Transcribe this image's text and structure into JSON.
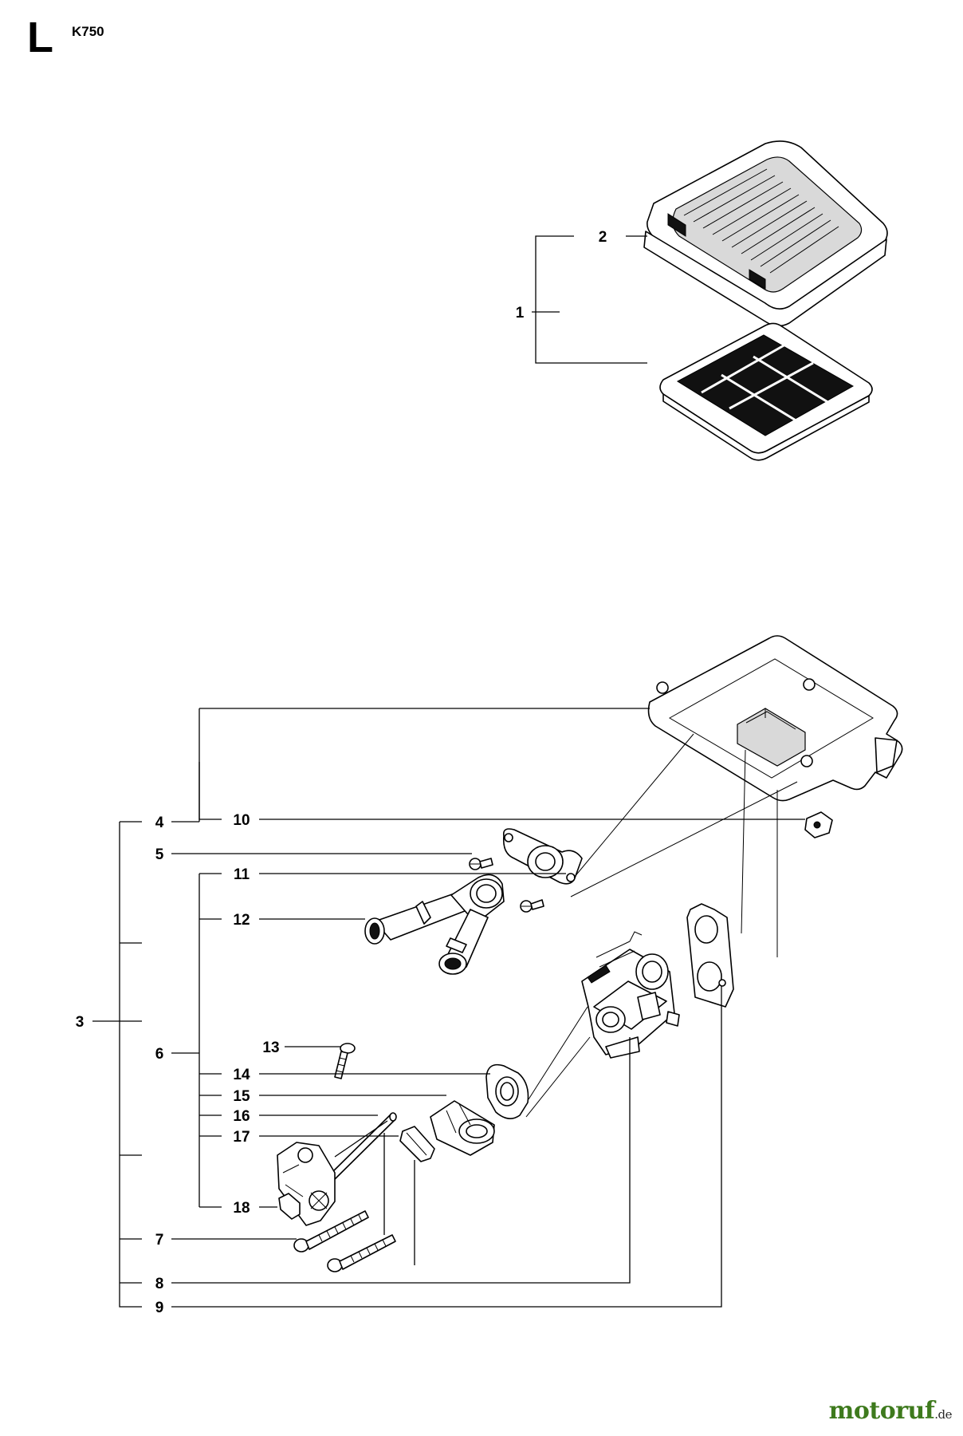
{
  "header": {
    "section_letter": "L",
    "model": "K750"
  },
  "watermark": {
    "brand": "motoruf",
    "tld": ".de"
  },
  "callouts": [
    "1",
    "2",
    "3",
    "4",
    "5",
    "6",
    "7",
    "8",
    "9",
    "10",
    "11",
    "12",
    "13",
    "14",
    "15",
    "16",
    "17",
    "18"
  ]
}
